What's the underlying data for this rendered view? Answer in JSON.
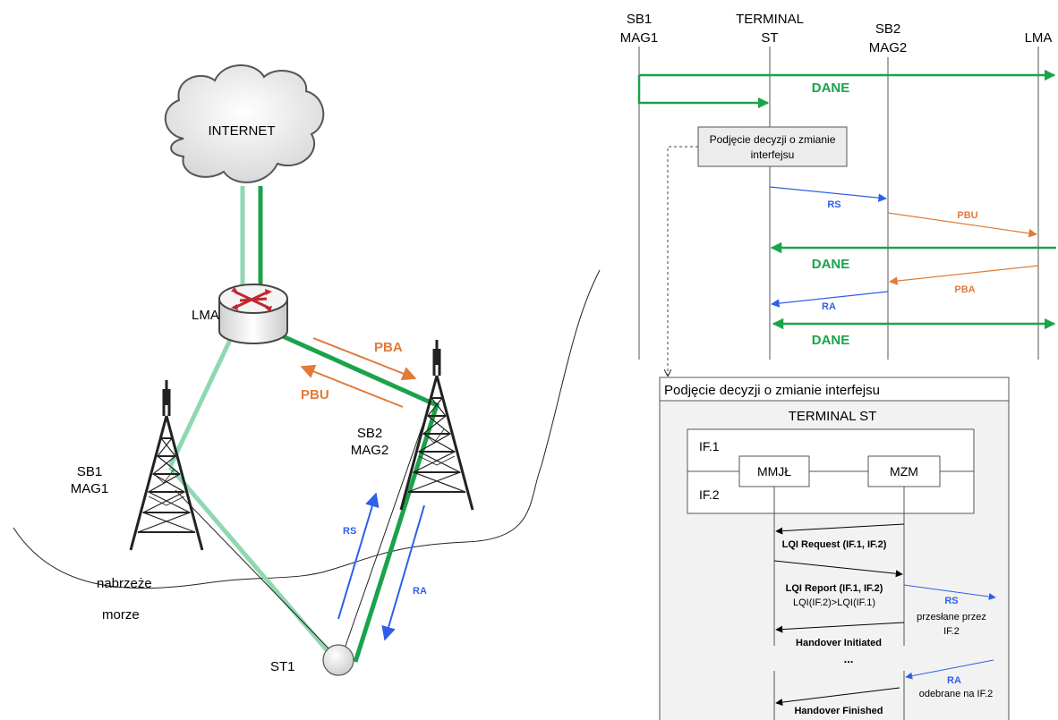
{
  "colors": {
    "green": "#1aa34a",
    "light_green": "#8fd8b0",
    "blue": "#2f5fe8",
    "orange": "#e07b39",
    "box_fill": "#ececec",
    "panel_fill": "#f2f2f2"
  },
  "network": {
    "internet": "INTERNET",
    "lma": "LMA",
    "sb1": [
      "SB1",
      "MAG1"
    ],
    "sb2": [
      "SB2",
      "MAG2"
    ],
    "st1": "ST1",
    "pba": "PBA",
    "pbu": "PBU",
    "rs": "RS",
    "ra": "RA",
    "shore": "nabrzeże",
    "sea": "morze"
  },
  "sequence": {
    "lifelines": {
      "sb1": [
        "SB1",
        "MAG1"
      ],
      "terminal": [
        "TERMINAL",
        "ST"
      ],
      "sb2": [
        "SB2",
        "MAG2"
      ],
      "lma": "LMA"
    },
    "dane": "DANE",
    "decision_note": [
      "Podjęcie decyzji o zmianie",
      "interfejsu"
    ],
    "rs": "RS",
    "pbu": "PBU",
    "pba": "PBA",
    "ra": "RA"
  },
  "detail": {
    "title": "Podjęcie decyzji o zmianie interfejsu",
    "terminal": "TERMINAL ST",
    "if1": "IF.1",
    "if2": "IF.2",
    "mmjl": "MMJŁ",
    "mzm": "MZM",
    "lqi_request": "LQI Request (IF.1, IF.2)",
    "lqi_report": "LQI Report (IF.1, IF.2)",
    "lqi_compare": "LQI(IF.2)>LQI(IF.1)",
    "rs": "RS",
    "rs_note": [
      "przesłane przez",
      "IF.2"
    ],
    "handover_initiated": "Handover Initiated",
    "ellipsis": "...",
    "ra": "RA",
    "ra_note": "odebrane na IF.2",
    "handover_finished": "Handover Finished"
  }
}
